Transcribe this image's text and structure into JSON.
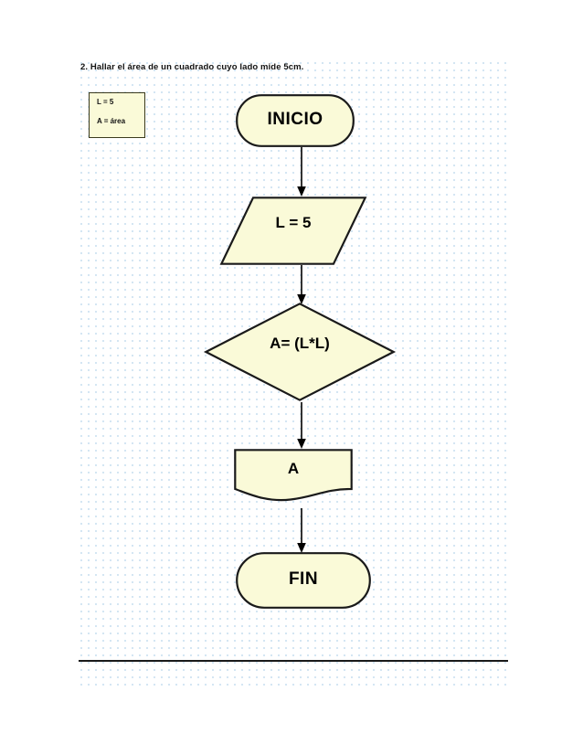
{
  "page": {
    "title": "2. Hallar el área de un cuadrado cuyo lado mide 5cm.",
    "background_color": "#ffffff",
    "grid_dot_color": "#cfe3f2"
  },
  "legend": {
    "name": "variable-legend",
    "fill_color": "#fafad8",
    "border_color": "#3a3a1e",
    "lines": [
      {
        "text": "L =  5"
      },
      {
        "text": "A = área"
      }
    ]
  },
  "flowchart": {
    "shape_fill": "#fafad8",
    "shape_stroke": "#1a1a1a",
    "arrow_color": "#000000",
    "nodes": [
      {
        "id": "inicio",
        "label": "INICIO",
        "shape": "terminator"
      },
      {
        "id": "input",
        "label": "L = 5",
        "shape": "parallelogram"
      },
      {
        "id": "process",
        "label": "A= (L*L)",
        "shape": "diamond"
      },
      {
        "id": "output",
        "label": "A",
        "shape": "document"
      },
      {
        "id": "fin",
        "label": "FIN",
        "shape": "terminator"
      }
    ],
    "connectors": [
      {
        "from": "inicio",
        "to": "input"
      },
      {
        "from": "input",
        "to": "process"
      },
      {
        "from": "process",
        "to": "output"
      },
      {
        "from": "output",
        "to": "fin"
      }
    ]
  },
  "footer": {
    "rule_color": "#1a1a1a"
  }
}
